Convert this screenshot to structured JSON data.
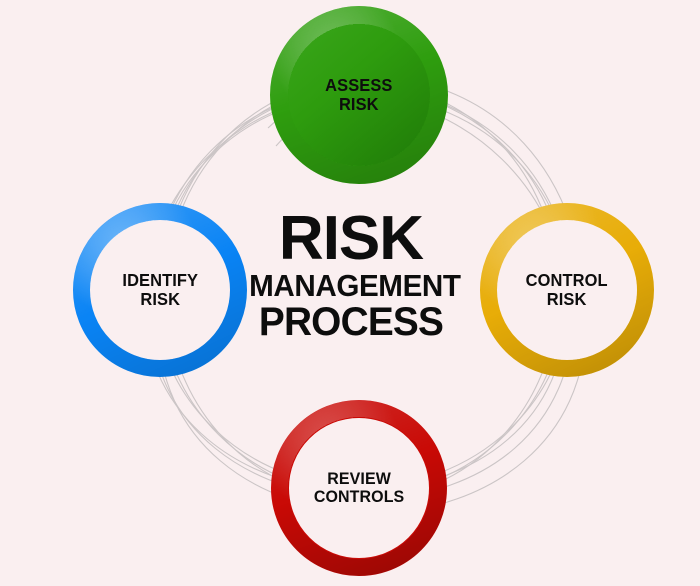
{
  "diagram": {
    "type": "cycle-diagram",
    "background_color": "#faeff0",
    "title": {
      "line1": "RISK",
      "line2": "MANAGEMENT",
      "line3": "PROCESS",
      "color": "#0d0d0d"
    },
    "connector_lines": {
      "name": "connector-arcs",
      "color": "#c9c3c4",
      "description": "thin gray curved arcs linking the four rings"
    },
    "nodes": [
      {
        "id": "assess",
        "label": "ASSESS\nRISK",
        "position": "top",
        "color": "#2f9e0f",
        "color_name": "green"
      },
      {
        "id": "identify",
        "label": "IDENTIFY\nRISK",
        "position": "left",
        "color": "#0a84f5",
        "color_name": "blue"
      },
      {
        "id": "control",
        "label": "CONTROL\nRISK",
        "position": "right",
        "color": "#e8ad08",
        "color_name": "gold"
      },
      {
        "id": "review",
        "label": "REVIEW\nCONTROLS",
        "position": "bottom",
        "color": "#c90a06",
        "color_name": "red"
      }
    ]
  }
}
